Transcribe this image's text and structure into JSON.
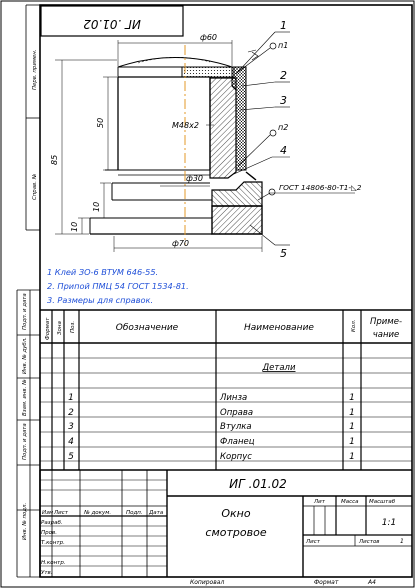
{
  "drawing": {
    "stamp_code": "ИГ .01.02",
    "dims": {
      "d60": "ф60",
      "m48": "M48x2",
      "d30": "ф30",
      "d70": "ф70",
      "h50": "50",
      "h85": "85",
      "h10a": "10",
      "h10b": "10"
    },
    "callouts": [
      "1",
      "2",
      "3",
      "4",
      "5"
    ],
    "solder1": "п1",
    "solder2": "п2",
    "weld": "ГОСТ 14806-80-Т1-◺2"
  },
  "notes": [
    "1  Клей ЗО-6 ВТУМ 646-55.",
    "2. Припой ПМЦ 54 ГОСТ 1534-81.",
    "3. Размеры для справок."
  ],
  "margin_labels": [
    "Перв. примен.",
    "Справ. №",
    "Подп. и дата",
    "Инв. № дубл.",
    "Взам. инв. №",
    "Подп. и дата",
    "Инв. № подл."
  ],
  "spec": {
    "headers": {
      "format": "Формат",
      "zone": "Зона",
      "pos": "Поз.",
      "designation": "Обозначение",
      "name": "Наименование",
      "qty": "Кол.",
      "note_l1": "Приме-",
      "note_l2": "чание"
    },
    "section": "Детали",
    "rows": [
      {
        "pos": "1",
        "name": "Линза",
        "qty": "1"
      },
      {
        "pos": "2",
        "name": "Оправа",
        "qty": "1"
      },
      {
        "pos": "3",
        "name": "Втулка",
        "qty": "1"
      },
      {
        "pos": "4",
        "name": "Фланец",
        "qty": "1"
      },
      {
        "pos": "5",
        "name": "Корпус",
        "qty": "1"
      }
    ]
  },
  "title_block": {
    "code": "ИГ  .01.02",
    "title_l1": "Окно",
    "title_l2": "смотровое",
    "lit": "Лит",
    "mass": "Масса",
    "scale": "Масштаб",
    "scale_value": "1:1",
    "sheet": "Лист",
    "sheets": "Листов",
    "sheets_value": "1",
    "col_izm": "Изм",
    "col_list": "Лист",
    "col_doc": "№ докум.",
    "col_sign": "Подп.",
    "col_date": "Дата",
    "r_razrab": "Разраб.",
    "r_prov": "Пров.",
    "r_tkontr": "Т.контр.",
    "r_nkontr": "Н.контр.",
    "r_utv": "Утв."
  },
  "footer": {
    "copied": "Копировал",
    "format": "Формат",
    "format_value": "А4"
  }
}
